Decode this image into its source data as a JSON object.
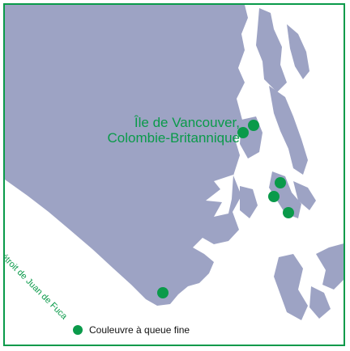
{
  "map": {
    "title_line1": "Île de Vancouver,",
    "title_line2": "Colombie-Britannique",
    "strait_label": "Détroit de Juan de Fuca",
    "land_color": "#9da3c4",
    "marker_color": "#0a9a4a",
    "border_color": "#0a9a4a"
  },
  "legend": {
    "label": "Couleuvre à queue fine"
  }
}
